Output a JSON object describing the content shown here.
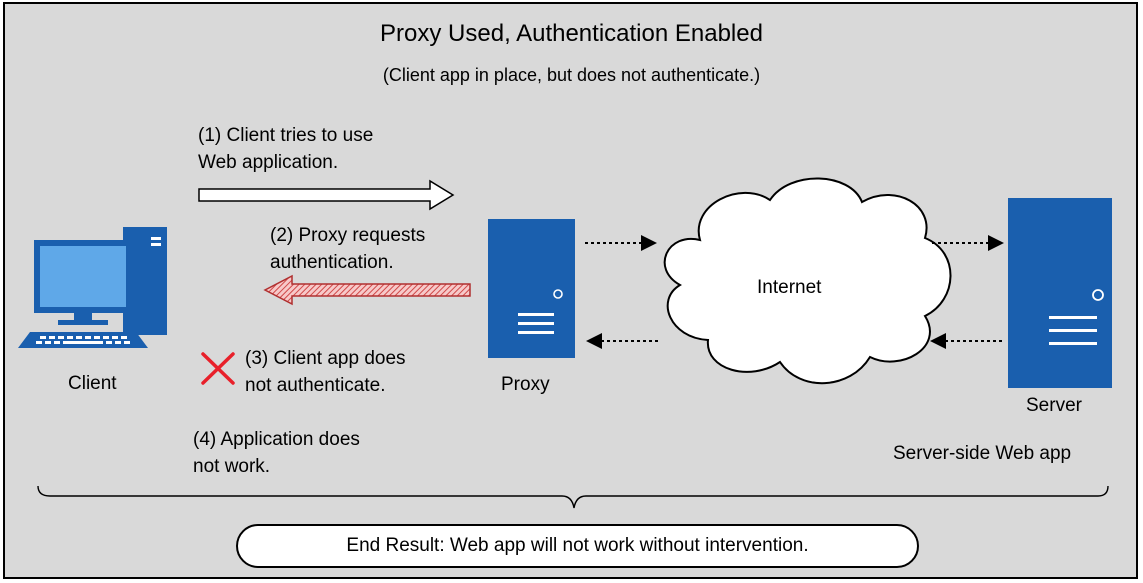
{
  "diagram": {
    "title": "Proxy Used, Authentication Enabled",
    "subtitle": "(Client app in place, but does not authenticate.)"
  },
  "steps": [
    {
      "line1": "(1) Client tries to use",
      "line2": "Web application."
    },
    {
      "line1": "(2) Proxy requests",
      "line2": "authentication."
    },
    {
      "line1": "(3) Client app does",
      "line2": "not authenticate."
    },
    {
      "line1": "(4) Application does",
      "line2": "not work."
    }
  ],
  "nodes": {
    "client": "Client",
    "proxy": "Proxy",
    "internet": "Internet",
    "server": "Server",
    "server_app": "Server-side Web app"
  },
  "result": "End Result: Web app will not work without intervention.",
  "colors": {
    "background": "#d9d9d9",
    "device_blue": "#1a5fae",
    "screen_blue": "#5fa8e8",
    "fail_red": "#e8202a",
    "request_arrow": "#ffffff",
    "response_arrow_stripe": "#e06060"
  }
}
